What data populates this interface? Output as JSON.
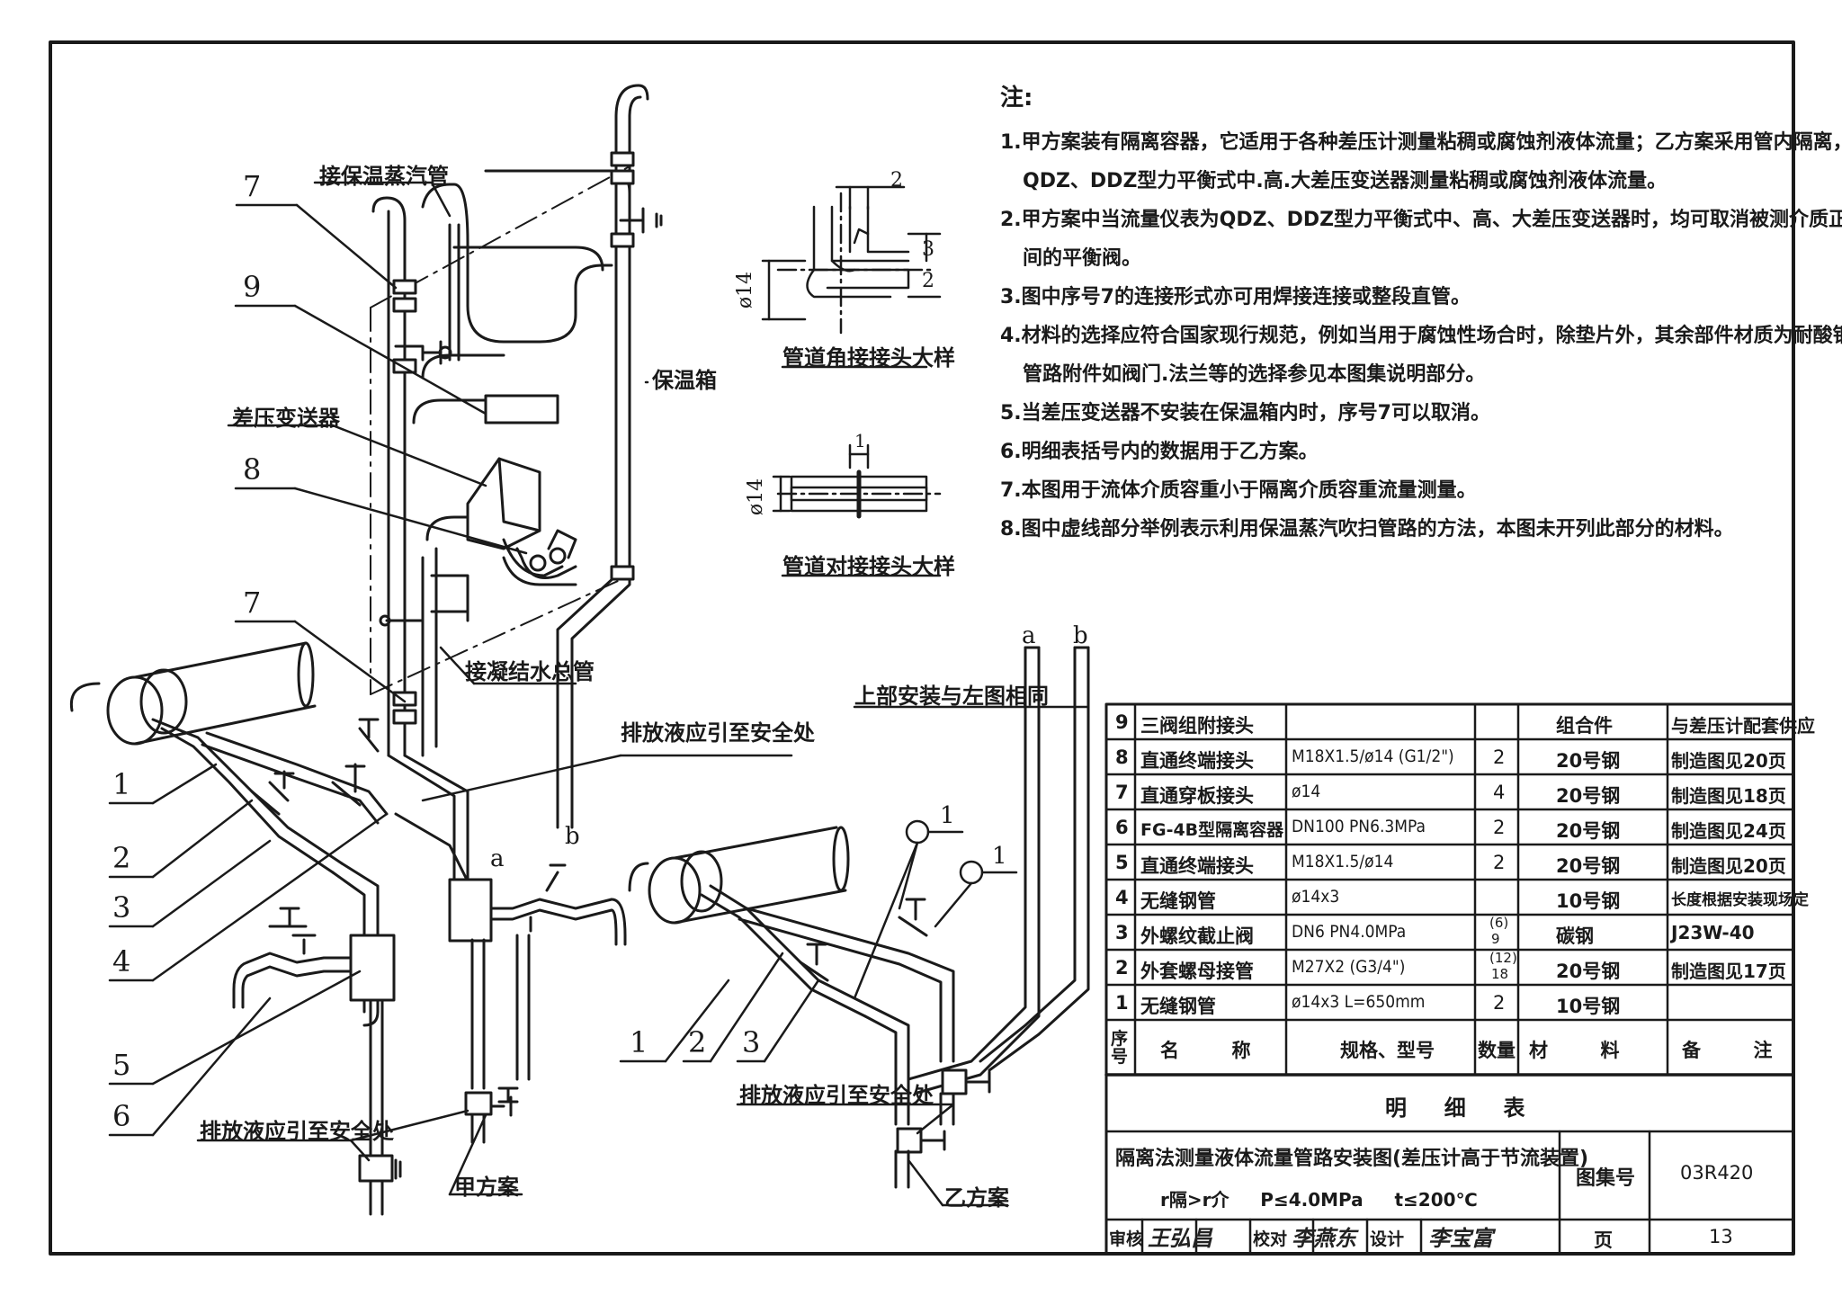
{
  "callouts": {
    "n7_top": "7",
    "n9": "9",
    "n8": "8",
    "n7_mid": "7",
    "n1": "1",
    "n2": "2",
    "n3": "3",
    "n4": "4",
    "n5": "5",
    "n6": "6",
    "b1": "1",
    "b2": "2",
    "b3": "3",
    "b11a": "1",
    "b11b": "1",
    "pa": "a",
    "pb": "b",
    "pa2": "a",
    "pb2": "b",
    "dim2": "2",
    "dim3": "3",
    "dim2b": "2",
    "dim1": "1",
    "d14a": "ø14",
    "d14b": "ø14"
  },
  "labels": {
    "steam": "接保温蒸汽管",
    "transmitter": "差压变送器",
    "insulation_box": "保温箱",
    "condensate": "接凝结水总管",
    "drain_safe_top": "排放液应引至安全处",
    "drain_safe_left": "排放液应引至安全处",
    "drain_safe_right": "排放液应引至安全处",
    "same_as_left": "上部安装与左图相同",
    "scheme_a": "甲方案",
    "scheme_b": "乙方案",
    "corner_detail": "管道角接接头大样",
    "butt_detail": "管道对接接头大样"
  },
  "notes": {
    "title": "注:",
    "items": [
      "1.甲方案装有隔离容器，它适用于各种差压计测量粘稠或腐蚀剂液体流量；乙方案采用管内隔离，仅适用于",
      "QDZ、DDZ型力平衡式中.高.大差压变送器测量粘稠或腐蚀剂液体流量。",
      "2.甲方案中当流量仪表为QDZ、DDZ型力平衡式中、高、大差压变送器时，均可取消被测介质正、负之",
      "间的平衡阀。",
      "3.图中序号7的连接形式亦可用焊接连接或整段直管。",
      "4.材料的选择应符合国家现行规范，例如当用于腐蚀性场合时，除垫片外，其余部件材质为耐酸钢；其它",
      "管路附件如阀门.法兰等的选择参见本图集说明部分。",
      "5.当差压变送器不安装在保温箱内时，序号7可以取消。",
      "6.明细表括号内的数据用于乙方案。",
      "7.本图用于流体介质容重小于隔离介质容重流量测量。",
      "8.图中虚线部分举例表示利用保温蒸汽吹扫管路的方法，本图未开列此部分的材料。"
    ]
  },
  "bom": {
    "rows": [
      {
        "no": "9",
        "name": "三阀组附接头",
        "spec": "",
        "qty": "",
        "qty2": "",
        "material": "组合件",
        "remark": "与差压计配套供应"
      },
      {
        "no": "8",
        "name": "直通终端接头",
        "spec": "M18X1.5/ø14 (G1/2\")",
        "qty": "2",
        "qty2": "",
        "material": "20号钢",
        "remark": "制造图见20页"
      },
      {
        "no": "7",
        "name": "直通穿板接头",
        "spec": "ø14",
        "qty": "4",
        "qty2": "",
        "material": "20号钢",
        "remark": "制造图见18页"
      },
      {
        "no": "6",
        "name": "FG-4B型隔离容器",
        "spec": "DN100  PN6.3MPa",
        "qty": "2",
        "qty2": "",
        "material": "20号钢",
        "remark": "制造图见24页"
      },
      {
        "no": "5",
        "name": "直通终端接头",
        "spec": "M18X1.5/ø14",
        "qty": "2",
        "qty2": "",
        "material": "20号钢",
        "remark": "制造图见20页"
      },
      {
        "no": "4",
        "name": "无缝钢管",
        "spec": "ø14x3",
        "qty": "",
        "qty2": "",
        "material": "10号钢",
        "remark": "长度根据安装现场定"
      },
      {
        "no": "3",
        "name": "外螺纹截止阀",
        "spec": "DN6    PN4.0MPa",
        "qty": "(6)",
        "qty2": "9",
        "material": "碳钢",
        "remark": "J23W-40"
      },
      {
        "no": "2",
        "name": "外套螺母接管",
        "spec": "M27X2 (G3/4\")",
        "qty": "(12)",
        "qty2": "18",
        "material": "20号钢",
        "remark": "制造图见17页"
      },
      {
        "no": "1",
        "name": "无缝钢管",
        "spec": "ø14x3  L=650mm",
        "qty": "2",
        "qty2": "",
        "material": "10号钢",
        "remark": ""
      }
    ],
    "header": {
      "no": "序号",
      "name": "名        称",
      "spec": "规格、型号",
      "qty": "数量",
      "material": "材        料",
      "remark": "备        注"
    },
    "table_title": "明     细     表"
  },
  "title_block": {
    "drawing_title": "隔离法测量液体流量管路安装图(差压计高于节流装置)",
    "conditions": "r隔>r介     P≤4.0MPa     t≤200℃",
    "atlas_label": "图集号",
    "atlas_no": "03R420",
    "reviewer_label": "审核",
    "checker_label": "校对",
    "designer_label": "设计",
    "page_label": "页",
    "page_no": "13",
    "sig1": "王弘昌",
    "sig2": "李燕东",
    "sig3": "李宝富"
  }
}
